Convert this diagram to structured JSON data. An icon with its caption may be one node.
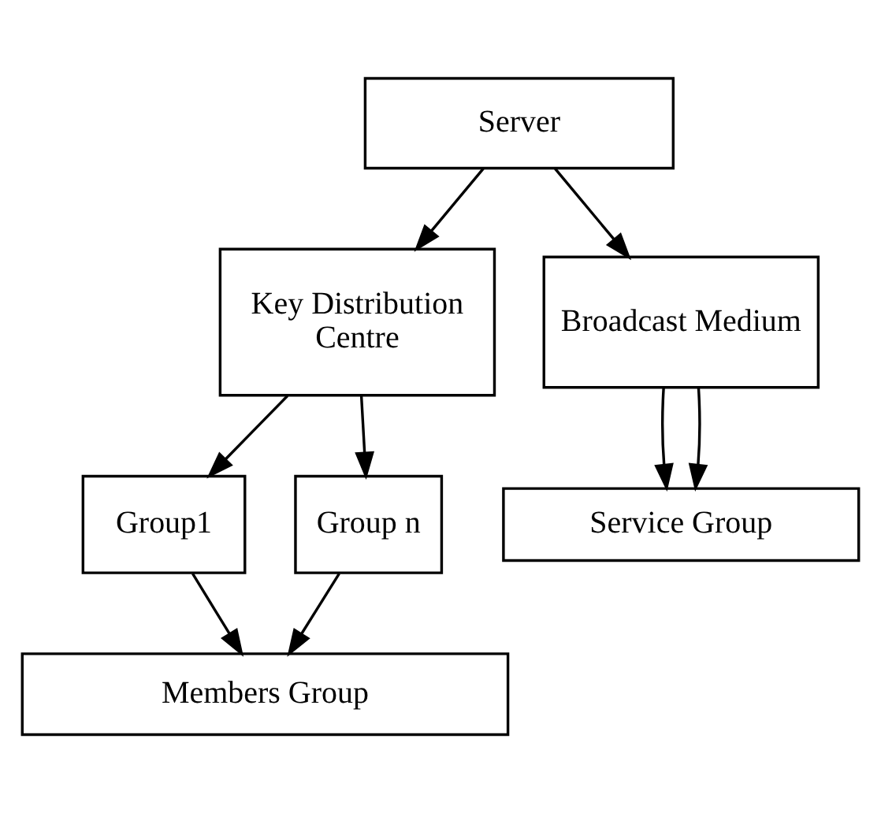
{
  "diagram": {
    "nodes": [
      {
        "text": [
          "Server"
        ]
      },
      {
        "text": [
          "Key Distribution Centre"
        ]
      },
      {
        "text": [
          "Broadcast Medium"
        ]
      },
      {
        "text": [
          "Group1"
        ]
      },
      {
        "text": [
          "Group n"
        ]
      },
      {
        "text": [
          "Service Group"
        ]
      },
      {
        "text": [
          "Members Group"
        ]
      }
    ],
    "edges": [
      {
        "from": 0,
        "to": 1,
        "arrow": "to"
      },
      {
        "from": 0,
        "to": 2,
        "arrow": "to"
      },
      {
        "from": 1,
        "to": 3,
        "arrow": "to"
      },
      {
        "from": 1,
        "to": 4,
        "arrow": "to"
      },
      {
        "from": 2,
        "to": 5,
        "arrow": "to"
      },
      {
        "from": 2,
        "to": 5,
        "arrow": "to"
      },
      {
        "from": 3,
        "to": 6,
        "arrow": "to"
      },
      {
        "from": 4,
        "to": 6,
        "arrow": "to"
      }
    ]
  }
}
